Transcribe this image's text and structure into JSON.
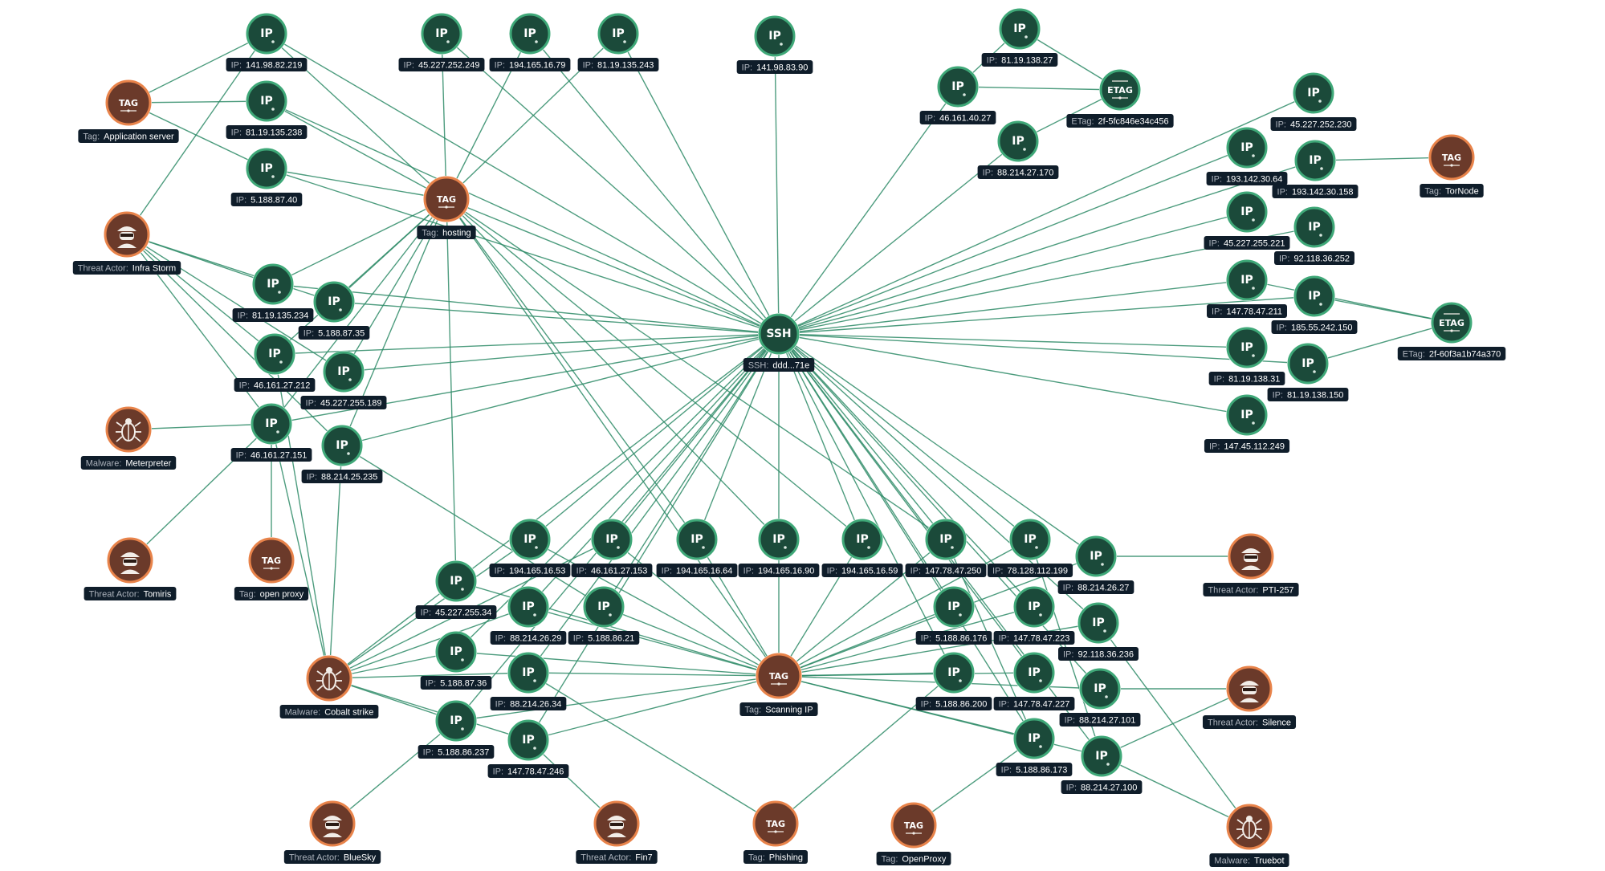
{
  "colors": {
    "edge": "#2e8b67",
    "ip_fill": "#1b4a3a",
    "ip_ring": "#3fa878",
    "tag_fill": "#6b3a2a",
    "tag_ring": "#e8834a",
    "label_bg": "#0f1d2a"
  },
  "center_node": {
    "id": "ssh",
    "icon": "SSH",
    "type": "SSH:",
    "value": "ddd...71e"
  },
  "nodes": [
    {
      "id": "ip1",
      "kind": "ip",
      "icon": "IP",
      "type": "IP:",
      "value": "141.98.82.219"
    },
    {
      "id": "ip2",
      "kind": "ip",
      "icon": "IP",
      "type": "IP:",
      "value": "81.19.135.238"
    },
    {
      "id": "ip3",
      "kind": "ip",
      "icon": "IP",
      "type": "IP:",
      "value": "5.188.87.40"
    },
    {
      "id": "tag_app",
      "kind": "tag",
      "icon": "TAG",
      "type": "Tag:",
      "value": "Application server"
    },
    {
      "id": "ta_infra",
      "kind": "actor",
      "icon": "actor",
      "type": "Threat Actor:",
      "value": "Infra Storm"
    },
    {
      "id": "ip4",
      "kind": "ip",
      "icon": "IP",
      "type": "IP:",
      "value": "45.227.252.249"
    },
    {
      "id": "ip5",
      "kind": "ip",
      "icon": "IP",
      "type": "IP:",
      "value": "194.165.16.79"
    },
    {
      "id": "ip6",
      "kind": "ip",
      "icon": "IP",
      "type": "IP:",
      "value": "81.19.135.243"
    },
    {
      "id": "tag_hosting",
      "kind": "tag",
      "icon": "TAG",
      "type": "Tag:",
      "value": "hosting"
    },
    {
      "id": "ip7",
      "kind": "ip",
      "icon": "IP",
      "type": "IP:",
      "value": "141.98.83.90"
    },
    {
      "id": "ip8",
      "kind": "ip",
      "icon": "IP",
      "type": "IP:",
      "value": "81.19.138.27"
    },
    {
      "id": "ip9",
      "kind": "ip",
      "icon": "IP",
      "type": "IP:",
      "value": "46.161.40.27"
    },
    {
      "id": "etag1",
      "kind": "etag",
      "icon": "ETAG",
      "type": "ETag:",
      "value": "2f-5fc846e34c456"
    },
    {
      "id": "ip10",
      "kind": "ip",
      "icon": "IP",
      "type": "IP:",
      "value": "88.214.27.170"
    },
    {
      "id": "ip11",
      "kind": "ip",
      "icon": "IP",
      "type": "IP:",
      "value": "45.227.252.230"
    },
    {
      "id": "ip12",
      "kind": "ip",
      "icon": "IP",
      "type": "IP:",
      "value": "193.142.30.64"
    },
    {
      "id": "ip13",
      "kind": "ip",
      "icon": "IP",
      "type": "IP:",
      "value": "193.142.30.158"
    },
    {
      "id": "tag_tor",
      "kind": "tag",
      "icon": "TAG",
      "type": "Tag:",
      "value": "TorNode"
    },
    {
      "id": "ip14",
      "kind": "ip",
      "icon": "IP",
      "type": "IP:",
      "value": "45.227.255.221"
    },
    {
      "id": "ip15",
      "kind": "ip",
      "icon": "IP",
      "type": "IP:",
      "value": "92.118.36.252"
    },
    {
      "id": "ip16",
      "kind": "ip",
      "icon": "IP",
      "type": "IP:",
      "value": "147.78.47.211"
    },
    {
      "id": "ip17",
      "kind": "ip",
      "icon": "IP",
      "type": "IP:",
      "value": "185.55.242.150"
    },
    {
      "id": "etag2",
      "kind": "etag",
      "icon": "ETAG",
      "type": "ETag:",
      "value": "2f-60f3a1b74a370"
    },
    {
      "id": "ip18",
      "kind": "ip",
      "icon": "IP",
      "type": "IP:",
      "value": "81.19.138.31"
    },
    {
      "id": "ip19",
      "kind": "ip",
      "icon": "IP",
      "type": "IP:",
      "value": "81.19.138.150"
    },
    {
      "id": "ip20",
      "kind": "ip",
      "icon": "IP",
      "type": "IP:",
      "value": "147.45.112.249"
    },
    {
      "id": "ip21",
      "kind": "ip",
      "icon": "IP",
      "type": "IP:",
      "value": "81.19.135.234"
    },
    {
      "id": "ip22",
      "kind": "ip",
      "icon": "IP",
      "type": "IP:",
      "value": "5.188.87.35"
    },
    {
      "id": "ip23",
      "kind": "ip",
      "icon": "IP",
      "type": "IP:",
      "value": "46.161.27.212"
    },
    {
      "id": "ip24",
      "kind": "ip",
      "icon": "IP",
      "type": "IP:",
      "value": "45.227.255.189"
    },
    {
      "id": "mal_meter",
      "kind": "malware",
      "icon": "malware",
      "type": "Malware:",
      "value": "Meterpreter"
    },
    {
      "id": "ip25",
      "kind": "ip",
      "icon": "IP",
      "type": "IP:",
      "value": "46.161.27.151"
    },
    {
      "id": "ip26",
      "kind": "ip",
      "icon": "IP",
      "type": "IP:",
      "value": "88.214.25.235"
    },
    {
      "id": "ta_tomiris",
      "kind": "actor",
      "icon": "actor",
      "type": "Threat Actor:",
      "value": "Tomiris"
    },
    {
      "id": "tag_proxy",
      "kind": "tag",
      "icon": "TAG",
      "type": "Tag:",
      "value": "open proxy"
    },
    {
      "id": "ip27",
      "kind": "ip",
      "icon": "IP",
      "type": "IP:",
      "value": "194.165.16.53"
    },
    {
      "id": "ip28",
      "kind": "ip",
      "icon": "IP",
      "type": "IP:",
      "value": "46.161.27.153"
    },
    {
      "id": "ip29",
      "kind": "ip",
      "icon": "IP",
      "type": "IP:",
      "value": "194.165.16.64"
    },
    {
      "id": "ip30",
      "kind": "ip",
      "icon": "IP",
      "type": "IP:",
      "value": "194.165.16.90"
    },
    {
      "id": "ip31",
      "kind": "ip",
      "icon": "IP",
      "type": "IP:",
      "value": "194.165.16.59"
    },
    {
      "id": "ip32",
      "kind": "ip",
      "icon": "IP",
      "type": "IP:",
      "value": "147.78.47.250"
    },
    {
      "id": "ip33",
      "kind": "ip",
      "icon": "IP",
      "type": "IP:",
      "value": "78.128.112.199"
    },
    {
      "id": "ip34",
      "kind": "ip",
      "icon": "IP",
      "type": "IP:",
      "value": "88.214.26.27"
    },
    {
      "id": "ta_pti",
      "kind": "actor",
      "icon": "actor",
      "type": "Threat Actor:",
      "value": "PTI-257"
    },
    {
      "id": "ip35",
      "kind": "ip",
      "icon": "IP",
      "type": "IP:",
      "value": "45.227.255.34"
    },
    {
      "id": "ip36",
      "kind": "ip",
      "icon": "IP",
      "type": "IP:",
      "value": "88.214.26.29"
    },
    {
      "id": "ip37",
      "kind": "ip",
      "icon": "IP",
      "type": "IP:",
      "value": "5.188.86.21"
    },
    {
      "id": "ip38",
      "kind": "ip",
      "icon": "IP",
      "type": "IP:",
      "value": "5.188.87.36"
    },
    {
      "id": "mal_cobalt",
      "kind": "malware",
      "icon": "malware",
      "type": "Malware:",
      "value": "Cobalt strike"
    },
    {
      "id": "ip39",
      "kind": "ip",
      "icon": "IP",
      "type": "IP:",
      "value": "88.214.26.34"
    },
    {
      "id": "ip40",
      "kind": "ip",
      "icon": "IP",
      "type": "IP:",
      "value": "5.188.86.237"
    },
    {
      "id": "ip41",
      "kind": "ip",
      "icon": "IP",
      "type": "IP:",
      "value": "147.78.47.246"
    },
    {
      "id": "tag_scan",
      "kind": "tag",
      "icon": "TAG",
      "type": "Tag:",
      "value": "Scanning IP"
    },
    {
      "id": "ip42",
      "kind": "ip",
      "icon": "IP",
      "type": "IP:",
      "value": "5.188.86.176"
    },
    {
      "id": "ip43",
      "kind": "ip",
      "icon": "IP",
      "type": "IP:",
      "value": "147.78.47.223"
    },
    {
      "id": "ip44",
      "kind": "ip",
      "icon": "IP",
      "type": "IP:",
      "value": "92.118.36.236"
    },
    {
      "id": "ip45",
      "kind": "ip",
      "icon": "IP",
      "type": "IP:",
      "value": "5.188.86.200"
    },
    {
      "id": "ip46",
      "kind": "ip",
      "icon": "IP",
      "type": "IP:",
      "value": "147.78.47.227"
    },
    {
      "id": "ip47",
      "kind": "ip",
      "icon": "IP",
      "type": "IP:",
      "value": "88.214.27.101"
    },
    {
      "id": "ta_silence",
      "kind": "actor",
      "icon": "actor",
      "type": "Threat Actor:",
      "value": "Silence"
    },
    {
      "id": "ip48",
      "kind": "ip",
      "icon": "IP",
      "type": "IP:",
      "value": "5.188.86.173"
    },
    {
      "id": "ip49",
      "kind": "ip",
      "icon": "IP",
      "type": "IP:",
      "value": "88.214.27.100"
    },
    {
      "id": "ta_bluesky",
      "kind": "actor",
      "icon": "actor",
      "type": "Threat Actor:",
      "value": "BlueSky"
    },
    {
      "id": "ta_fin7",
      "kind": "actor",
      "icon": "actor",
      "type": "Threat Actor:",
      "value": "Fin7"
    },
    {
      "id": "tag_phish",
      "kind": "tag",
      "icon": "TAG",
      "type": "Tag:",
      "value": "Phishing"
    },
    {
      "id": "tag_openproxy",
      "kind": "tag",
      "icon": "TAG",
      "type": "Tag:",
      "value": "OpenProxy"
    },
    {
      "id": "mal_truebot",
      "kind": "malware",
      "icon": "malware",
      "type": "Malware:",
      "value": "Truebot"
    }
  ],
  "edges": [
    [
      "ip1",
      "tag_app"
    ],
    [
      "ip1",
      "ta_infra"
    ],
    [
      "ip1",
      "tag_hosting"
    ],
    [
      "ip1",
      "ssh"
    ],
    [
      "tag_app",
      "ip2"
    ],
    [
      "tag_app",
      "ip3"
    ],
    [
      "ip2",
      "tag_hosting"
    ],
    [
      "ip2",
      "ssh"
    ],
    [
      "ip3",
      "tag_hosting"
    ],
    [
      "ip3",
      "ssh"
    ],
    [
      "ip4",
      "tag_hosting"
    ],
    [
      "ip5",
      "tag_hosting"
    ],
    [
      "ip6",
      "tag_hosting"
    ],
    [
      "ip5",
      "ssh"
    ],
    [
      "ip6",
      "ssh"
    ],
    [
      "ip4",
      "ssh"
    ],
    [
      "ip7",
      "ssh"
    ],
    [
      "ip8",
      "ip9"
    ],
    [
      "ip8",
      "etag1"
    ],
    [
      "ip9",
      "etag1"
    ],
    [
      "ip10",
      "etag1"
    ],
    [
      "ip9",
      "ssh"
    ],
    [
      "ip10",
      "ssh"
    ],
    [
      "ip11",
      "ssh"
    ],
    [
      "ip12",
      "ssh"
    ],
    [
      "ip13",
      "ssh"
    ],
    [
      "ip13",
      "tag_tor"
    ],
    [
      "ip14",
      "ssh"
    ],
    [
      "ip15",
      "ssh"
    ],
    [
      "ip16",
      "ssh"
    ],
    [
      "ip17",
      "ssh"
    ],
    [
      "ip18",
      "ssh"
    ],
    [
      "ip19",
      "ssh"
    ],
    [
      "ip20",
      "ssh"
    ],
    [
      "ip17",
      "etag2"
    ],
    [
      "ip19",
      "etag2"
    ],
    [
      "ip16",
      "etag2"
    ],
    [
      "ta_infra",
      "ip21"
    ],
    [
      "ta_infra",
      "ip22"
    ],
    [
      "ta_infra",
      "ip23"
    ],
    [
      "ta_infra",
      "ip24"
    ],
    [
      "ta_infra",
      "ip25"
    ],
    [
      "ta_infra",
      "ip26"
    ],
    [
      "tag_hosting",
      "ip21"
    ],
    [
      "tag_hosting",
      "ip22"
    ],
    [
      "tag_hosting",
      "ip23"
    ],
    [
      "tag_hosting",
      "ip24"
    ],
    [
      "tag_hosting",
      "ip25"
    ],
    [
      "tag_hosting",
      "ip26"
    ],
    [
      "tag_hosting",
      "ssh"
    ],
    [
      "tag_hosting",
      "ip35"
    ],
    [
      "tag_hosting",
      "ip29"
    ],
    [
      "tag_hosting",
      "ip30"
    ],
    [
      "tag_hosting",
      "ip31"
    ],
    [
      "tag_hosting",
      "ip32"
    ],
    [
      "tag_hosting",
      "tag_scan"
    ],
    [
      "ip21",
      "ssh"
    ],
    [
      "ip22",
      "ssh"
    ],
    [
      "ip23",
      "ssh"
    ],
    [
      "ip24",
      "ssh"
    ],
    [
      "ip25",
      "ssh"
    ],
    [
      "ip26",
      "ssh"
    ],
    [
      "mal_meter",
      "ip25"
    ],
    [
      "ta_tomiris",
      "ip25"
    ],
    [
      "tag_proxy",
      "ip25"
    ],
    [
      "ip25",
      "mal_cobalt"
    ],
    [
      "ip23",
      "mal_cobalt"
    ],
    [
      "ip26",
      "mal_cobalt"
    ],
    [
      "ip27",
      "ssh"
    ],
    [
      "ip28",
      "ssh"
    ],
    [
      "ip29",
      "ssh"
    ],
    [
      "ip30",
      "ssh"
    ],
    [
      "ip31",
      "ssh"
    ],
    [
      "ip32",
      "ssh"
    ],
    [
      "ip33",
      "ssh"
    ],
    [
      "ip34",
      "ssh"
    ],
    [
      "ip35",
      "ssh"
    ],
    [
      "ip36",
      "ssh"
    ],
    [
      "ip37",
      "ssh"
    ],
    [
      "ip38",
      "ssh"
    ],
    [
      "ip39",
      "ssh"
    ],
    [
      "ip40",
      "ssh"
    ],
    [
      "ip41",
      "ssh"
    ],
    [
      "ip42",
      "ssh"
    ],
    [
      "ip43",
      "ssh"
    ],
    [
      "ip44",
      "ssh"
    ],
    [
      "ip45",
      "ssh"
    ],
    [
      "ip46",
      "ssh"
    ],
    [
      "ip47",
      "ssh"
    ],
    [
      "ip48",
      "ssh"
    ],
    [
      "ip49",
      "ssh"
    ],
    [
      "ip34",
      "ta_pti"
    ],
    [
      "ip27",
      "tag_scan"
    ],
    [
      "ip28",
      "tag_scan"
    ],
    [
      "ip29",
      "tag_scan"
    ],
    [
      "ip30",
      "tag_scan"
    ],
    [
      "ip31",
      "tag_scan"
    ],
    [
      "ip32",
      "tag_scan"
    ],
    [
      "ip33",
      "tag_scan"
    ],
    [
      "ip34",
      "tag_scan"
    ],
    [
      "ip35",
      "tag_scan"
    ],
    [
      "ip36",
      "tag_scan"
    ],
    [
      "ip37",
      "tag_scan"
    ],
    [
      "ip38",
      "tag_scan"
    ],
    [
      "ip39",
      "tag_scan"
    ],
    [
      "ip40",
      "tag_scan"
    ],
    [
      "ip41",
      "tag_scan"
    ],
    [
      "ip42",
      "tag_scan"
    ],
    [
      "ip43",
      "tag_scan"
    ],
    [
      "ip44",
      "tag_scan"
    ],
    [
      "ip45",
      "tag_scan"
    ],
    [
      "ip46",
      "tag_scan"
    ],
    [
      "ip47",
      "tag_scan"
    ],
    [
      "ip48",
      "tag_scan"
    ],
    [
      "ip49",
      "tag_scan"
    ],
    [
      "mal_cobalt",
      "ip27"
    ],
    [
      "mal_cobalt",
      "ip28"
    ],
    [
      "mal_cobalt",
      "ip35"
    ],
    [
      "mal_cobalt",
      "ip36"
    ],
    [
      "mal_cobalt",
      "ip38"
    ],
    [
      "mal_cobalt",
      "ip39"
    ],
    [
      "mal_cobalt",
      "ip40"
    ],
    [
      "mal_cobalt",
      "ip41"
    ],
    [
      "ip40",
      "ta_bluesky"
    ],
    [
      "ip41",
      "ta_fin7"
    ],
    [
      "ip39",
      "tag_phish"
    ],
    [
      "ip45",
      "tag_phish"
    ],
    [
      "ip48",
      "tag_openproxy"
    ],
    [
      "ip47",
      "ta_silence"
    ],
    [
      "ip49",
      "ta_silence"
    ],
    [
      "ip44",
      "mal_truebot"
    ],
    [
      "ip49",
      "mal_truebot"
    ],
    [
      "ip32",
      "ip48"
    ],
    [
      "ip33",
      "ip49"
    ],
    [
      "ip26",
      "ip37"
    ]
  ]
}
